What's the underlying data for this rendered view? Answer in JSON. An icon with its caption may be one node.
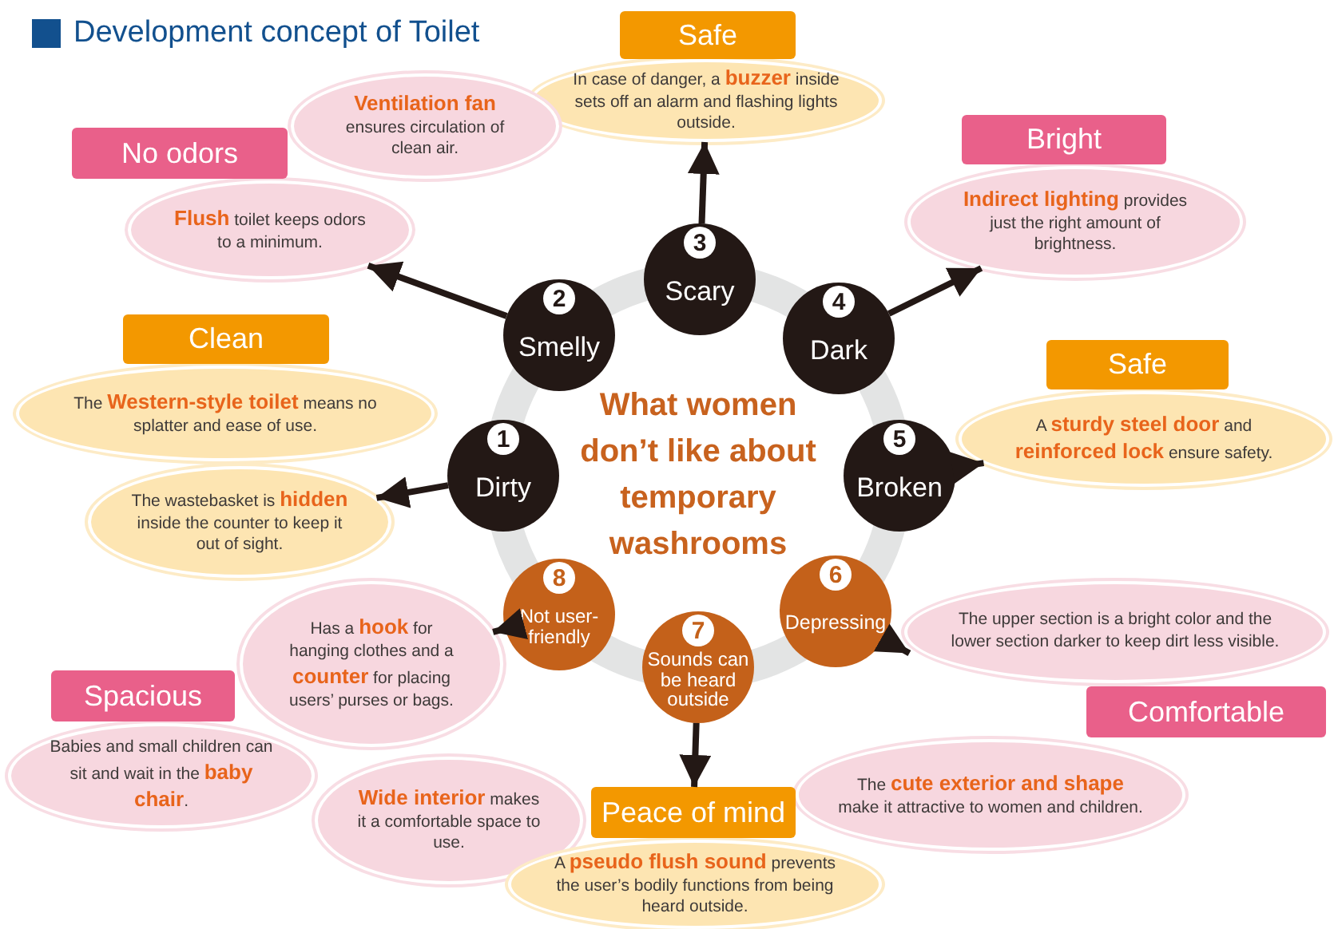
{
  "diagram": {
    "title": "Development concept of Toilet",
    "nodes": [
      {
        "text": [
          "Safe"
        ]
      },
      {
        "text": [
          "In case of danger, a **buzzer** inside sets off an alarm and flashing lights outside."
        ]
      },
      {
        "text": [
          "No odors"
        ]
      },
      {
        "text": [
          "**Ventilation fan** ensures circulation of clean air."
        ]
      },
      {
        "text": [
          "**Flush** toilet keeps odors to a minimum."
        ]
      },
      {
        "text": [
          "Bright"
        ]
      },
      {
        "text": [
          "**Indirect lighting** provides just the right amount of brightness."
        ]
      },
      {
        "text": [
          "Clean"
        ]
      },
      {
        "text": [
          "The **Western-style toilet** means no splatter and ease of use."
        ]
      },
      {
        "text": [
          "The wastebasket is **hidden** inside the counter to keep it out of sight."
        ]
      },
      {
        "text": [
          "Safe"
        ]
      },
      {
        "text": [
          "A **sturdy steel door** and **reinforced lock** ensure safety."
        ]
      },
      {
        "text": [
          "Has a **hook** for hanging clothes and a **counter** for placing users’ purses or bags."
        ]
      },
      {
        "text": [
          "Spacious"
        ]
      },
      {
        "text": [
          "Babies and small children can sit and wait in the **baby chair**."
        ]
      },
      {
        "text": [
          "**Wide interior** makes it a comfortable space to use."
        ]
      },
      {
        "text": [
          "The upper section is a bright color and the lower section darker to keep dirt less visible."
        ]
      },
      {
        "text": [
          "Comfortable"
        ]
      },
      {
        "text": [
          "The **cute exterior and shape** make it attractive to women and children."
        ]
      },
      {
        "text": [
          "Peace of mind"
        ]
      },
      {
        "text": [
          "A **pseudo flush sound** prevents the user’s bodily functions from being heard outside."
        ]
      },
      {
        "text": [
          "1",
          "Dirty"
        ]
      },
      {
        "text": [
          "2",
          "Smelly"
        ]
      },
      {
        "text": [
          "3",
          "Scary"
        ]
      },
      {
        "text": [
          "4",
          "Dark"
        ]
      },
      {
        "text": [
          "5",
          "Broken"
        ]
      },
      {
        "text": [
          "6",
          "Depressing"
        ]
      },
      {
        "text": [
          "7",
          "Sounds can be heard outside"
        ]
      },
      {
        "text": [
          "8",
          "Not user-friendly"
        ]
      }
    ],
    "edges": [
      {
        "from": 21,
        "to": 9,
        "arrow": "to"
      },
      {
        "from": 22,
        "to": 4,
        "arrow": "to"
      },
      {
        "from": 23,
        "to": 1,
        "arrow": "to"
      },
      {
        "from": 24,
        "to": 6,
        "arrow": "to"
      },
      {
        "from": 25,
        "to": 11,
        "arrow": "to"
      },
      {
        "from": 26,
        "to": 16,
        "arrow": "to"
      },
      {
        "from": 27,
        "to": 19,
        "arrow": "to"
      },
      {
        "from": 28,
        "to": 12,
        "arrow": "to"
      }
    ],
    "labels": [
      "What women don’t like about temporary washrooms"
    ]
  }
}
